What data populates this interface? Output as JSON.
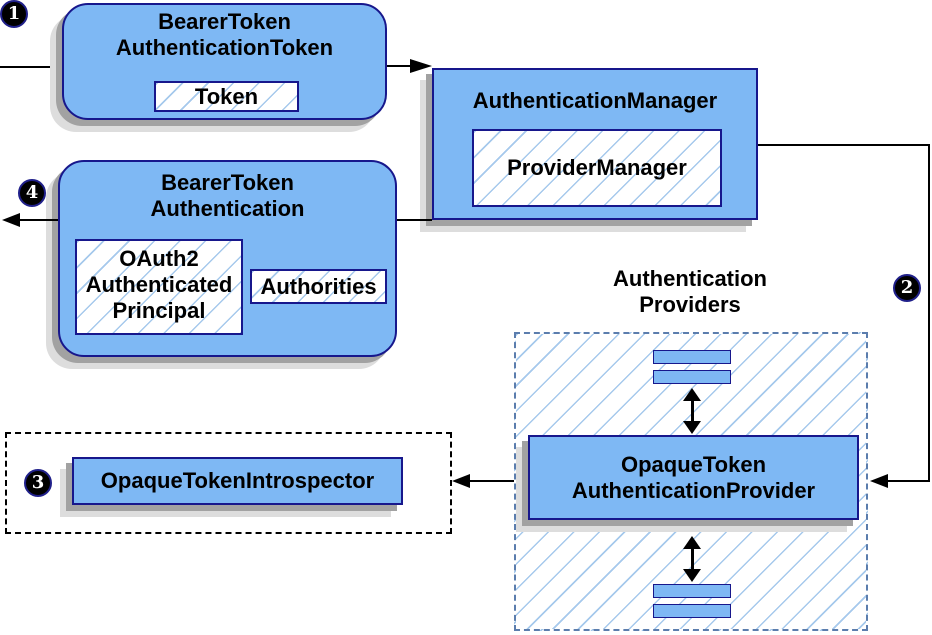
{
  "colors": {
    "node_fill": "#7EB8F4",
    "node_border": "#17178C",
    "hatch_line": "#A6C9EC",
    "providers_border": "#5B7DAD",
    "introspector_border": "#000000",
    "shadow_dark": "#A2A2A2",
    "shadow_light": "#DDDDDD",
    "badge_fill": "#000000",
    "badge_text": "#FFFFFF",
    "arrow_color": "#000000"
  },
  "badges": {
    "step1": "1",
    "step2": "2",
    "step3": "3",
    "step4": "4"
  },
  "nodes": {
    "bearer_token_authentication_token": {
      "line1": "BearerToken",
      "line2": "AuthenticationToken",
      "token": "Token"
    },
    "authentication_manager": {
      "title": "AuthenticationManager",
      "provider_manager": "ProviderManager"
    },
    "bearer_token_authentication": {
      "line1": "BearerToken",
      "line2": "Authentication",
      "principal_line1": "OAuth2",
      "principal_line2": "Authenticated",
      "principal_line3": "Principal",
      "authorities": "Authorities"
    },
    "authentication_providers": {
      "label_line1": "Authentication",
      "label_line2": "Providers"
    },
    "opaque_token_authentication_provider": {
      "line1": "OpaqueToken",
      "line2": "AuthenticationProvider"
    },
    "opaque_token_introspector": {
      "title": "OpaqueTokenIntrospector"
    }
  }
}
